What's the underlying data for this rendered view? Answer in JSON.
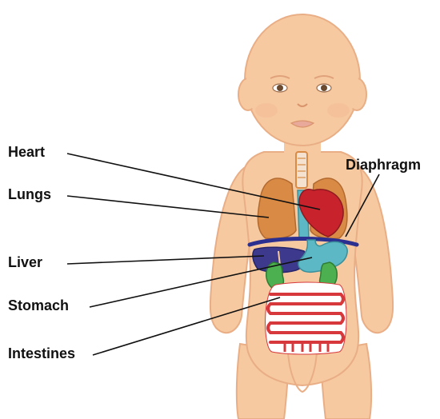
{
  "labels": {
    "heart": "Heart",
    "lungs": "Lungs",
    "liver": "Liver",
    "stomach": "Stomach",
    "intestines": "Intestines",
    "diaphragm": "Diaphragm"
  },
  "colors": {
    "skin": "#F6C9A0",
    "skin_shade": "#E9AE85",
    "heart": "#C8222C",
    "lungs": "#D98A45",
    "liver": "#3D3A8E",
    "stomach": "#5CB8C4",
    "kidneys": "#4CAF50",
    "intestines": "#D7383C",
    "diaphragm": "#2B2F8F",
    "leader_line": "#111111"
  }
}
